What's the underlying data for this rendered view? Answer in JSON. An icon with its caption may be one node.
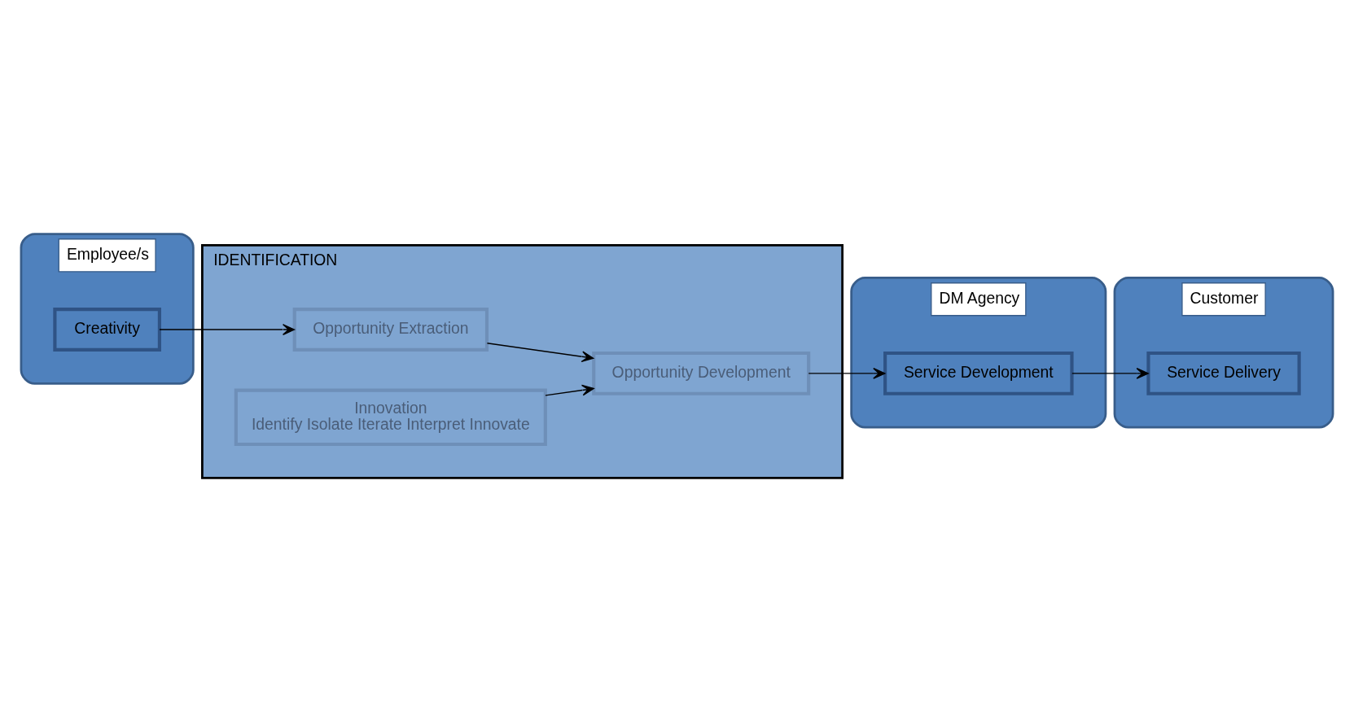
{
  "diagram": {
    "nodes": [
      {
        "text": [
          "Employee/s"
        ]
      },
      {
        "text": [
          "Creativity"
        ],
        "in": 0
      },
      {
        "text": [
          "DM Agency"
        ]
      },
      {
        "text": [
          "IDENTIFICATION"
        ]
      },
      {
        "text": [
          "Opportunity Extraction"
        ],
        "in": 3
      },
      {
        "text": [
          "Innovation",
          "Identify Isolate Iterate Interpret Innovate"
        ],
        "in": 3
      },
      {
        "text": [
          "Opportunity Development"
        ],
        "in": 3
      },
      {
        "text": [
          "Service Development"
        ],
        "in": 2
      },
      {
        "text": [
          "Customer"
        ]
      },
      {
        "text": [
          "Service Delivery"
        ],
        "in": 8
      }
    ],
    "edges": [
      {
        "from": 1,
        "to": 4,
        "arrow": "to"
      },
      {
        "from": 4,
        "to": 6,
        "arrow": "to"
      },
      {
        "from": 5,
        "to": 6,
        "arrow": "to"
      },
      {
        "from": 6,
        "to": 7,
        "arrow": "to"
      },
      {
        "from": 7,
        "to": 9,
        "arrow": "to"
      }
    ]
  }
}
